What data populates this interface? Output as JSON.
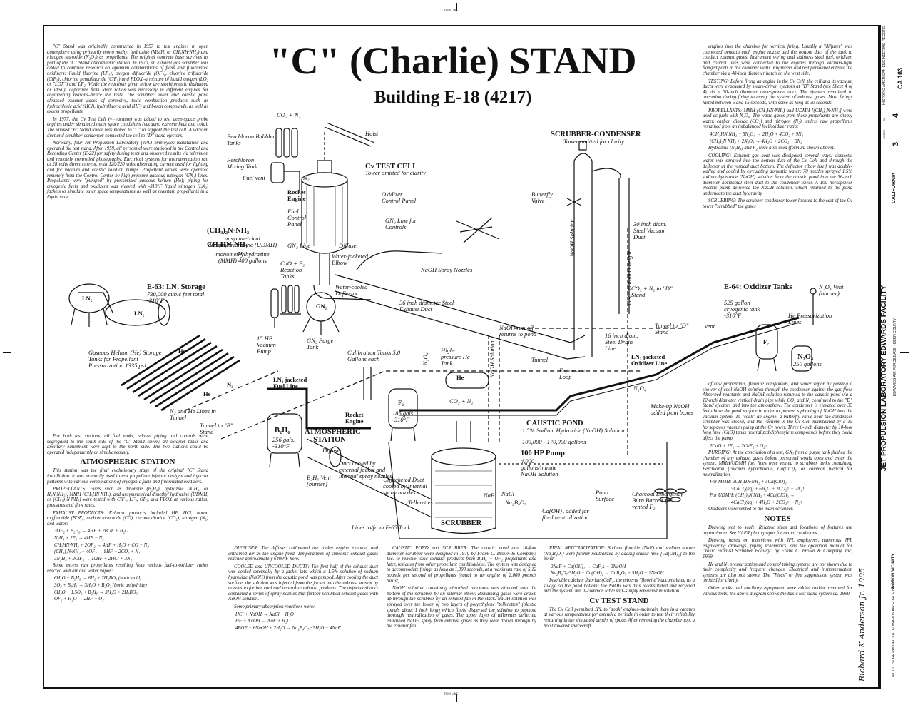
{
  "trim_label": "TRIM LINE",
  "title": "\"C\" (Charlie) STAND",
  "subtitle": "Building E-18 (4217)",
  "left_col": {
    "p1": "\"C\" Stand was originally constructed in 1957 to test engines in open atmosphere using primarily mono methyl hydrazine (MMH, or CH₃NH·NH₂) and nitrogen tetroxide (N₂O₄) as propellants. The original concrete base survives as part of the \"C\" Stand atmospheric station. In 1970, an exhaust gas scrubber was added to continue research on optimum combinations of fuels and fluorinated oxidizers: liquid fluorine (LF₂), oxygen difluoride (OF₂), chlorine trifluoride (ClF₃), chlorine pentafluoride (ClF₅) and FLOX–a mixture of liquid oxygen (LO₂ or \"LOX\") and LF₂. While the reactions given below are stochiometric (balanced or ideal), departure from ideal ratios was necessary in different engines for engineering reasons–hence the tests. The scrubber tower and caustic pond cleansed exhaust gases of corrosive, toxic combustion products such as hydrochloric acid (HCl), hydrofluoric acid (HF) and boron compounds, as well as excess propellants.",
    "p2": "In 1977, the Cv Test Cell (v=vacuum) was added to test deep-space probe engines under simulated outer space conditions (vacuum; extreme heat and cold). The unused \"F\" Stand tower was moved to \"C\" to support the test cell. A vacuum duct and scrubber-condenser connected the cell to \"D\" stand ejectors.",
    "p3": "Normally, four Jet Propulsion Laboratory (JPL) employees maintained and operated the test stand. After 1959, all personnel were stationed in the Control and Recording Center (E-22) for safety during tests and observed results via television and remotely controlled photography. Electrical systems for instrumentation ran at 28 volts direct current, with 120/220 volts alternating current used for lighting and for vacuum and caustic solution pumps. Propellant valves were operated remotely from the Control Center by high pressure gaseous nitrogen (GN₂) lines. Propellants were \"pumped\" by pressurized gaseous helium (He); piping for cryogenic fuels and oxidizers was sleeved with -310°F liquid nitrogen (LN₂) jackets to simulate outer space temperatures as well as maintain propellants in a liquid state.",
    "p4": "For both test stations, all fuel tanks, related piping and controls were segregated to the south side of the \"C\" Stand tower; all oxidizer tanks and ancillary equipment were kept to the north side. The two stations could be operated independently or simultaneously.",
    "h_atmo": "ATMOSPHERIC STATION",
    "p5": "This station was the final evolutionary stage of the original \"C\" Stand installation. It was primarily used to test propellant injector designs and injector patterns with various combinations of cryogenic fuels and fluorinated oxidizers.",
    "p6": "PROPELLANTS: Fuels such as diborane (B₂H₆), hydrazine (N₂H₄, or H₂N·NH₂), MMH (CH₃HN·NH₂), and unsymmetrical dimethyl hydrazine (UDMH, or (CH₃)₂N·NH₂) were tested with ClF₃, LF₂, OF₂, and FLOX at various ratios, pressures and flow rates.",
    "p7": "EXHAUST PRODUCTS: Exhaust products included HF, HCl, boron oxyfluoride (BOF), carbon monoxide (CO), carbon dioxide (CO₂), nitrogen (N₂) and water:",
    "eq1": "3OF₂ + B₂H₆ → 4HF + 2BOF + H₂O",
    "eq2": "N₂H₄ + 2F₂ → 4HF + N₂",
    "eq3": "CH₃HN·NH₂ + 2OF₂ → 4HF + H₂O + CO + N₂",
    "eq4": "(CH₃)₂N·NH₂ + 4OF₂ → 8HF + 2CO₂ + N₂",
    "eq5": "3N₂H₄ + 2ClF₃ → 10HF + 2HCl + 3N₂",
    "p8": "Some excess raw propellants resulting from various fuel-to-oxidizer ratios reacted with air and water vapor:",
    "eq6": "6H₂O + B₂H₆ → 6H₂ + 2H₃BO₃ (boric acid)",
    "eq7": "3O₂ + B₂H₆ → 3H₂O + B₂O₃ (boric anhydride)",
    "eq8": "6H₂O + 1.5O₂ + B₂H₆ → 3H₂O + 2H₃BO₃",
    "eq9": "OF₂ + H₂O → 2HF + O₂"
  },
  "mid1": {
    "p1": "DIFFUSER: The diffuser collimated the rocket engine exhaust, and entrained air as the engine fired. Temperatures of subsonic exhaust gases reached approximately 6400°F here.",
    "p2": "COOLED and UNCOOLED DUCTS: The first half of the exhaust duct was cooled externally by a jacket into which a 1.5% solution of sodium hydroxide (NaOH) from the caustic pond was pumped. After cooling the duct surface, the solution was injected from the jacket into the exhaust stream by nozzles to further cool and neutralize exhaust products. The unjacketed duct contained a series of spray nozzles that further scrubbed exhaust gases with NaOH solution.",
    "p3": "Some primary absorption reactions were:",
    "eq1": "HCl + NaOH → NaCl + H₂O",
    "eq2": "HF + NaOH → NaF + H₂O",
    "eq3": "4BOF + 6NaOH + 2H₂O → Na₂B₄O₇ · 5H₂O + 4NaF"
  },
  "mid2": {
    "p1": "CAUSTIC POND and SCRUBBER: The caustic pond and 10-foot diameter scrubber were designed in 1970 by Frank C. Brown & Company, Inc. to remove toxic exhaust products from B₂H₆ + OF₂ propellants and later, residues from other propellant combinations. The system was designed to accommodate firings as long as 1,000 seconds, at a maximum rate of 5.12 pounds per second of propellants (equal to an engine of 2,000 pounds thrust).",
    "p2": "NaOH solution containing absorbed reactants was directed into the bottom of the scrubber by an internal elbow. Remaining gases were drawn up through the scrubber by an exhaust fan in the stack. NaOH solution was sprayed over the lower of two layers of polyethylene \"tellerettes\" (plastic spirals about 1 inch long) which finely dispersed the solution to promote thorough neutralization of gases. The upper layer of tellerettes deflected entrained NaOH spray from exhaust gases as they were drawn through by the exhaust fan."
  },
  "mid3": {
    "p1": "FINAL NEUTRALIZATION: Sodium fluoride (NaF) and sodium borate (Na₂B₄O₇) were further neutralized by adding slaked lime [Ca(OH)₂] to the pond:",
    "eq1": "2NaF + Ca(OH)₂ → CaF₂↓ + 2NaOH",
    "eq2": "Na₂B₄O₇·5H₂O + Ca(OH)₂ → CaB₄O₇ + 5H₂O + 2NaOH",
    "p2": "Insoluble calcium fluoride (CaF₂, the mineral \"fluorite\") accumulated as a sludge on the pond bottom; the NaOH was thus reconstituted and recycled into the system. NaCl–common table salt–simply remained in solution.",
    "h_cv": "Cv TEST STAND",
    "p3": "The Cv Cell permitted JPL to \"soak\" engines–maintain them in a vacuum at various temperatures for extended periods in order to test their reliability restarting in the simulated depths of space. After removing the chamber top, a hoist lowered spacecraft"
  },
  "right_col": {
    "p1": "engines into the chamber for vertical firing. Usually a \"diffuser\" was connected beneath each engine nozzle and the bottom duct of the tank to conduct exhaust gases. Instrument wiring and stainless steel fuel, oxidizer, and control lines were connected to the engines through vacuum-tight flanged ports in the chamber walls. Engineers and test personnel entered the chamber via a 48-inch diameter hatch on the west side.",
    "p2": "TESTING: Before firing an engine in the Cv Cell, the cell and its vacuum ducts were evacuated by steam-driven ejectors at \"D\" Stand (see Sheet 4 of 4) via a 30-inch diameter underground duct. The ejectors remained in operation during firing to empty the system of exhaust gases. Most firings lasted between 5 and 15 seconds, with some as long as 30 seconds.",
    "p3": "PROPELLANTS: MMH (CH₃HN·NH₂) and UDMH [(CH₃)₂N·NH₂] were used as fuels with N₂O₄. The waste gases from these propellants are simply water, carbon dioxide (CO₂) and nitrogen (N₂), unless raw propellants remained from an imbalanced fuel/oxidizer ratio:",
    "eq1": "4CH₃HN·NH₂ + 5N₂O₄ → 2H₂O + 4CO₂ + 9N₂",
    "eq2": "(CH₃)₂N·NH₂ + 2N₂O₄ → 4H₂O + 2CO₂ + 3N₂",
    "p4": "Hydrazine (N₂H₄) and F₂ were also used (formula shown above).",
    "p5": "COOLING: Exhaust gas heat was dissipated several ways: domestic water was sprayed into the bottom duct of the Cv Cell and through the deflector at the vertical duct bottom. The deflector elbow itself was double-walled and cooled by circulating domestic water; 70 nozzles sprayed 1.5% sodium hydroxide (NaOH) solution from the caustic pond into the 36-inch diameter horizontal steel duct to the condenser tower. A 100 horsepower electric pump delivered the NaOH solution, which returned to the pond underneath the duct by gravity.",
    "p6": "SCRUBBING: The scrubber condenser tower located to the east of the Cv tower \"scrubbed\" the gases",
    "p7": "of raw propellants, fluorine compounds, and water vapor by passing a shower of cool NaOH solution through the condenser against the gas flow. Absorbed reactants and NaOH solution returned to the caustic pond via a 12-inch diameter vertical drain pipe while CO₂ and N₂ continued to the \"D\" Stand ejectors and into the atmosphere. The condenser is elevated over 35 feet above the pond surface in order to prevent siphoning of NaOH into the vacuum system. To \"soak\" an engine, a butterfly valve near the condenser scrubber was closed, and the vacuum in the Cv Cell maintained by a 15 horsepower vacuum pump at the Cv tower. Three 6-inch diameter by 10-foot long lime (CaO) tanks neutralized diphenylene compounds before they could affect the pump",
    "eq3": "2CaO + 2F₂ → 2CaF₂ + O₂↑",
    "p8": "PURGING: At the conclusion of a test, GN₂ from a purge tank flushed the chamber of any exhaust gases before personnel would open and enter the system. MMH/UDMH fuel lines were vented to scrubber tanks containing Perchloron (calcium hypochlorite, Ca(ClO)₂, or common bleach) for neutralization.",
    "eq4a": "For MMH: 2CH₃HN·NH₂ + 5Ca(ClO)₂ →",
    "eq4b": "5CaCl₂(aq) + 6H₂O + 2CO₂↑ + 2N₂↑",
    "eq5a": "For UDMH: (CH₃)₂N·NH₂ + 4Ca(ClO)₂ →",
    "eq5b": "4CaCl₂(aq) + 4H₂O + 2CO₂↑ + N₂↑",
    "p9": "Oxidizers were vented to the main scrubber.",
    "h_notes": "NOTES",
    "n1": "Drawing not to scale. Relative sizes and locations of features are approximate. See HAER photographs for actual conditions.",
    "n2": "Drawing based on interviews with JPL employees, numerous JPL engineering drawings, piping schematics, and the operation manual for \"Toxic Exhaust Scrubber Facility\" by Frank C. Brown & Company, Inc, 1969.",
    "n3": "He and N₂ pressurization and control tubing systems are not shown due to their complexity and frequent changes. Electrical and instrumentation systems are also not shown. The \"Fires\" or fire suppression system was omitted for clarity.",
    "n4": "Other tanks and ancillary equipment were added and/or removed for various tests; the above diagram shows the basic test stand system ca. 1990."
  },
  "labels": {
    "co2n2": "CO₂ + N₂",
    "perch_bub": "Perchloron Bubbler Tanks",
    "perch_mix": "Perchloron Mixing Tank",
    "fuel_vent": "Fuel vent",
    "n2": "N₂",
    "hoist": "Hoist",
    "cv_cell": "Cv TEST CELL",
    "cv_cell_sub": "Tower omitted for clarity",
    "rocket_engine": "Rocket Engine",
    "fuel_panel": "Fuel Control Panel",
    "gn2_line": "GN₂ Line",
    "udmh1": "(CH₃)₂N·NH₂",
    "udmh2": "unsymmetrical dimethylhydrazine (UDMH)",
    "udmh3": "or",
    "mmh1": "CH₃HN·NH₂",
    "mmh2": "monomethylhydrazine (MMH) 400 gallons",
    "ox_panel": "Oxidizer Control Panel",
    "gn2_line2": "GN₂ Line for Controls",
    "diffuser": "Diffuser",
    "wj_elbow": "Water-jacketed Elbow",
    "caof2": "CaO + F₂ Reaction Tanks",
    "gn2": "GN₂",
    "wc_deflector": "Water-cooled Deflector",
    "steel_duct": "36 inch diameter Steel Exhaust Duct",
    "naoh_spray": "NaOH Spray Nozzles",
    "vac_pump": "15 HP Vacuum Pump",
    "purge_tank": "GN₂ Purge Tank",
    "scrubber_cond": "SCRUBBER-CONDENSER",
    "scrubber_cond_sub": "Tower omitted for clarity",
    "butterfly": "Butterfly Valve",
    "naoh_sol": "NaOH Solution",
    "vac_duct": "30 inch diam. Steel Vacuum Duct",
    "co2_d": "CO₂ + N₂ to \"D\" Stand",
    "height": "35'-0\" minimum height",
    "runoff": "NaOH run-off returns to pond",
    "drain": "16 inch diam. Steel Drain Line",
    "tunnel_d": "Tunnel to \"D\" Stand",
    "e64": "E-64: Oxidizer Tanks",
    "n2o4_vent": "N₂O₄ Vent (burner)",
    "cryo_tank": "525 gallon cryogenic tank -310°F",
    "vent": "vent",
    "he_lines": "He Pressurization Lines",
    "f2": "F₂",
    "n2o4": "N₂O₄",
    "n2o4_gal": "250 gallons",
    "ln2_ox": "LN₂ jacketed Oxidizer Line",
    "n2o4_2": "N₂O₄",
    "makeup": "Make-up NaOH added from boxes",
    "e63": "E-63: LN₂ Storage",
    "e63_sub": "730,000 cubic feet total -310°F",
    "ln2_a": "LN₂",
    "ln2_b": "LN₂",
    "he_storage": "Gaseous Helium (He) Storage Tanks for Propellant Pressurization 1335 psi.",
    "he": "He",
    "he2": "He",
    "n2_b": "N₂",
    "n2he_lines": "N₂ and He Lines in Tunnel",
    "tunnel_b": "Tunnel to \"B\" Stand",
    "calib": "Calibration Tanks 5.0 Gallons each",
    "hp_he": "High-pressure He Tank",
    "he3": "He",
    "tunnel": "Tunnel",
    "expansion": "Expansion Loop",
    "ln2_fuel": "LN₂ jacketed Fuel Line",
    "b2h6": "B₂H₆",
    "b2h6_gal": "256 gals. -310°F",
    "f2b": "F₂",
    "f2b_gal": "186 gals. -310°F",
    "rocket2": "Rocket Engine",
    "atmo": "ATMOSPHERIC STATION",
    "diffuser2": "Diffuser",
    "b2h6_vent": "B₂H₆ Vent (burner)",
    "duct_cooled": "Duct cooled by external jacket and internal spray nozzles",
    "unjacketed": "Unjacketed Duct cooled by internal spray nozzles",
    "tellerettes": "Tellerettes",
    "co2n2_b": "CO₂ + N₂",
    "caustic": "CAUSTIC POND",
    "caustic_sub": "1.5% Sodium Hydroxide (NaOH) Solution",
    "caustic_gal": "100,000 - 170,000 gallons",
    "pump": "100 HP Pump",
    "pump_sub": "4,000 gallons/minute NaOH Solution",
    "naf": "NaF",
    "nacl": "NaCl",
    "na2b4o7": "Na₂B₄O₇",
    "scrubber": "SCRUBBER",
    "lines_e65": "Lines to/from E-65 Tank",
    "caoh": "Ca(OH)₂ added for final neutralization",
    "pond_surface": "Pond Surface",
    "charcoal": "Charcoal Emergency Burn Barrels for vented F₂",
    "naoh_sol2": "NaOH Solution",
    "n2o4_line": "N₂O₄"
  },
  "title_block": {
    "hist": "HISTORIC AMERICAN ENGINEERING RECORD",
    "hist_no": "CA 163",
    "sheet_label": "SHEET",
    "sheet": "3",
    "of_label": "OF",
    "sheets": "4",
    "state": "CALIFORNIA",
    "facility": "JET PROPULSION LABORATORY EDWARDS FACILITY",
    "facility_sub": "EDWARDS AIR FORCE BASE · KERN COUNTY",
    "vicinity": "BORON VICINITY",
    "project": "JPL CLOSURE PROJECT AT EDWARDS AIR FORCE BASE",
    "delineator": "Richard K Anderson Jr. 1995"
  }
}
